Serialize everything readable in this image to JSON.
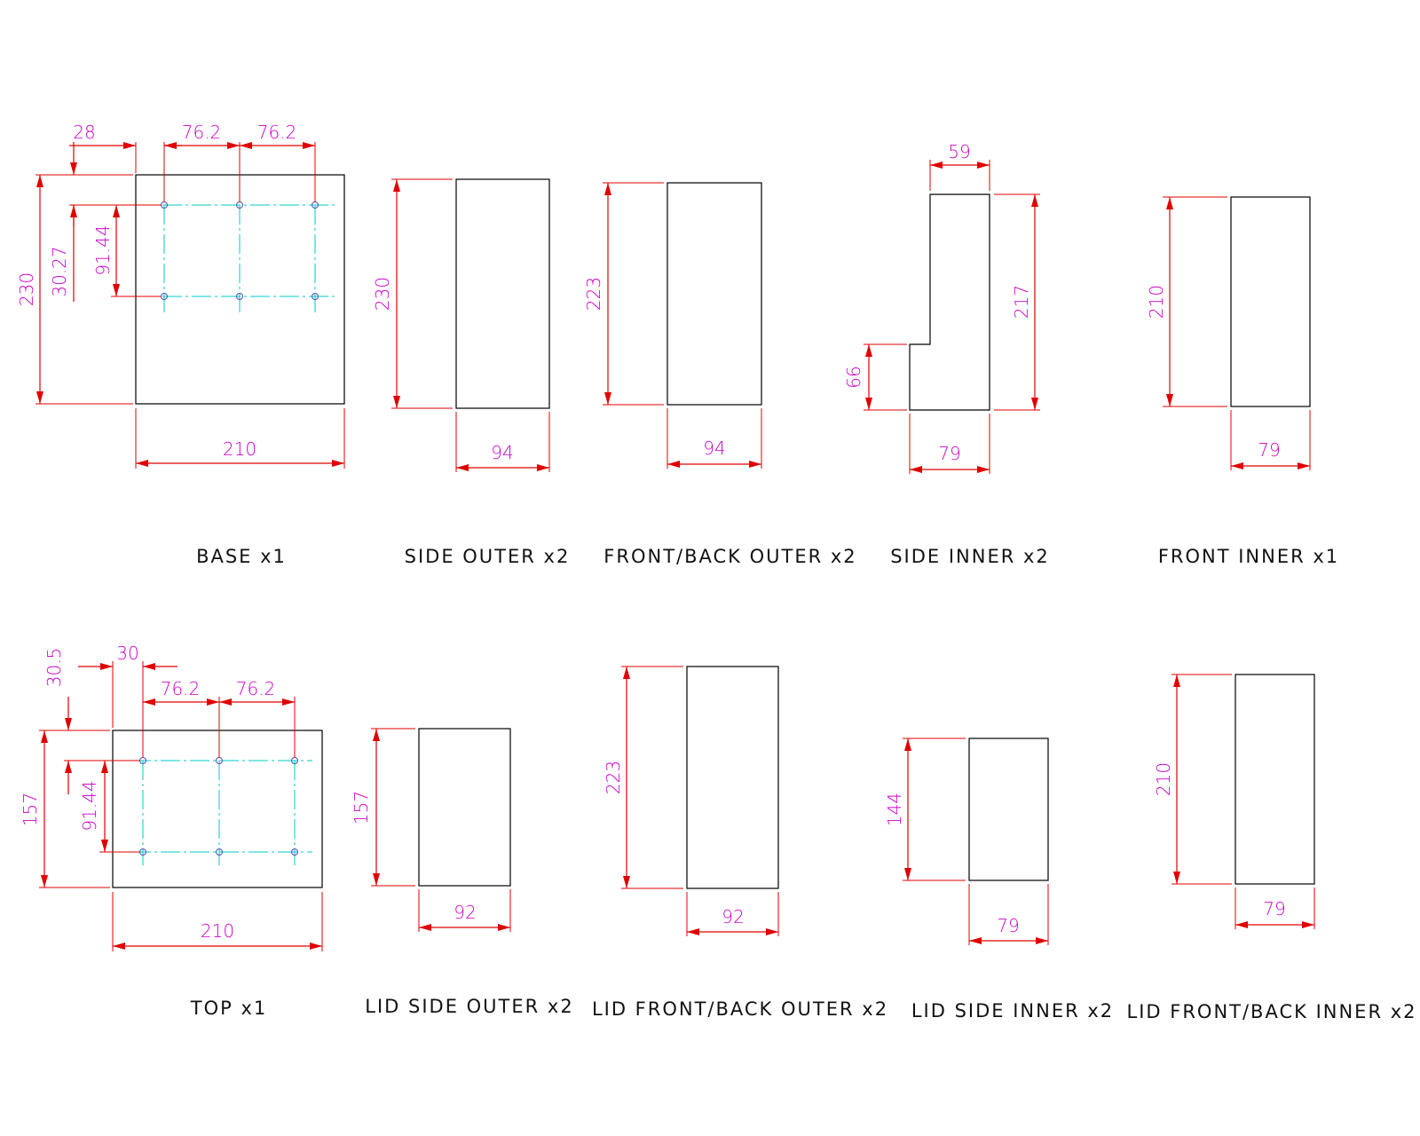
{
  "colors": {
    "outline": "#000000",
    "dimension": "#e00000",
    "dimension_text": "#cc00cc",
    "centerline": "#00c8c8"
  },
  "parts": {
    "base": {
      "label": "BASE x1",
      "height": "230",
      "width": "210",
      "hole_offset_x": "28",
      "hole_spacing_1": "76.2",
      "hole_spacing_2": "76.2",
      "hole_offset_y": "30.27",
      "hole_spacing_v": "91.44"
    },
    "side_outer": {
      "label": "SIDE OUTER x2",
      "height": "230",
      "width": "94"
    },
    "front_back_outer": {
      "label": "FRONT/BACK OUTER x2",
      "height": "223",
      "width": "94"
    },
    "side_inner": {
      "label": "SIDE INNER x2",
      "top_width": "59",
      "height": "217",
      "step_height": "66",
      "width": "79"
    },
    "front_inner": {
      "label": "FRONT INNER x1",
      "height": "210",
      "width": "79"
    },
    "top": {
      "label": "TOP x1",
      "height": "157",
      "width": "210",
      "hole_offset_x": "30",
      "hole_spacing_1": "76.2",
      "hole_spacing_2": "76.2",
      "hole_offset_y": "30.5",
      "hole_spacing_v": "91.44"
    },
    "lid_side_outer": {
      "label": "LID SIDE OUTER x2",
      "height": "157",
      "width": "92"
    },
    "lid_front_back_outer": {
      "label": "LID FRONT/BACK OUTER x2",
      "height": "223",
      "width": "92"
    },
    "lid_side_inner": {
      "label": "LID SIDE INNER x2",
      "height": "144",
      "width": "79"
    },
    "lid_front_back_inner": {
      "label": "LID FRONT/BACK INNER x2",
      "height": "210",
      "width": "79"
    }
  }
}
